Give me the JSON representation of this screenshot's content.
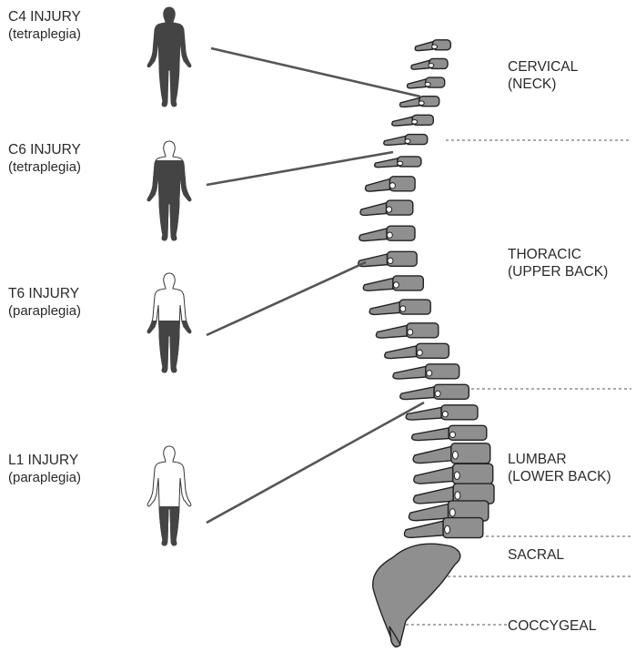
{
  "injuries": [
    {
      "title": "C4 INJURY",
      "type": "(tetraplegia)"
    },
    {
      "title": "C6 INJURY",
      "type": "(tetraplegia)"
    },
    {
      "title": "T6 INJURY",
      "type": "(paraplegia)"
    },
    {
      "title": "L1 INJURY",
      "type": "(paraplegia)"
    }
  ],
  "regions": [
    {
      "line1": "CERVICAL",
      "line2": "(NECK)"
    },
    {
      "line1": "THORACIC",
      "line2": "(UPPER BACK)"
    },
    {
      "line1": "LUMBAR",
      "line2": "(LOWER BACK)"
    },
    {
      "line1": "SACRAL"
    },
    {
      "line1": "COCCYGEAL"
    }
  ],
  "colors": {
    "dark": "#444444",
    "bone": "#8f8f8f",
    "outline": "#222222",
    "text": "#2a2a2a"
  }
}
